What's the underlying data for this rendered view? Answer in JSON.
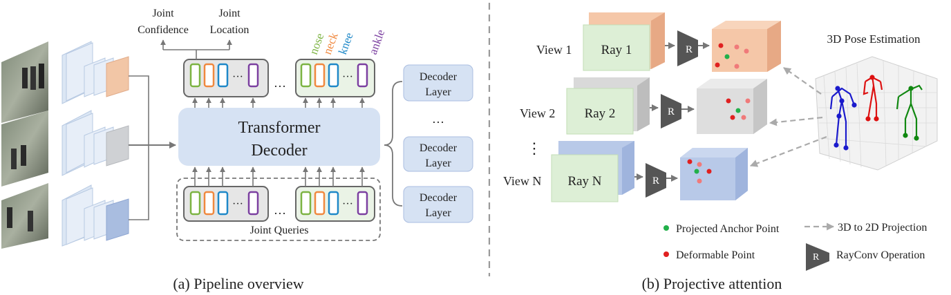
{
  "left_panel": {
    "joint_confidence": [
      "Joint",
      "Confidence"
    ],
    "joint_location": [
      "Joint",
      "Location"
    ],
    "joint_names": [
      "nose",
      "neck",
      "knee",
      "ankle"
    ],
    "dots": "···",
    "ellipsis": "…",
    "transformer_decoder": [
      "Transformer",
      "Decoder"
    ],
    "decoder_layer": [
      "Decoder",
      "Layer"
    ],
    "joint_queries": "Joint Queries",
    "caption": "(a) Pipeline overview"
  },
  "right_panel": {
    "views": [
      {
        "label": "View 1",
        "ray": "Ray 1"
      },
      {
        "label": "View 2",
        "ray": "Ray 2"
      },
      {
        "label": "View N",
        "ray": "Ray N"
      }
    ],
    "vertical_dots": "⋮",
    "r_label": "R",
    "pose_title": "3D Pose Estimation",
    "legend": {
      "anchor": "Projected Anchor Point",
      "deformable": "Deformable Point",
      "projection": "3D to 2D Projection",
      "rayconv": "RayConv Operation"
    },
    "caption": "(b) Projective attention"
  },
  "colors": {
    "nose": "#7cb342",
    "neck": "#f0883e",
    "knee": "#1e88c8",
    "ankle": "#7b3fa0",
    "decoder_fill": "#d6e2f3",
    "anchor_point": "#22b04a",
    "deformable_point": "#e02020",
    "skeleton_blue": "#1a1acc",
    "skeleton_red": "#dd1111",
    "skeleton_green": "#118811"
  }
}
